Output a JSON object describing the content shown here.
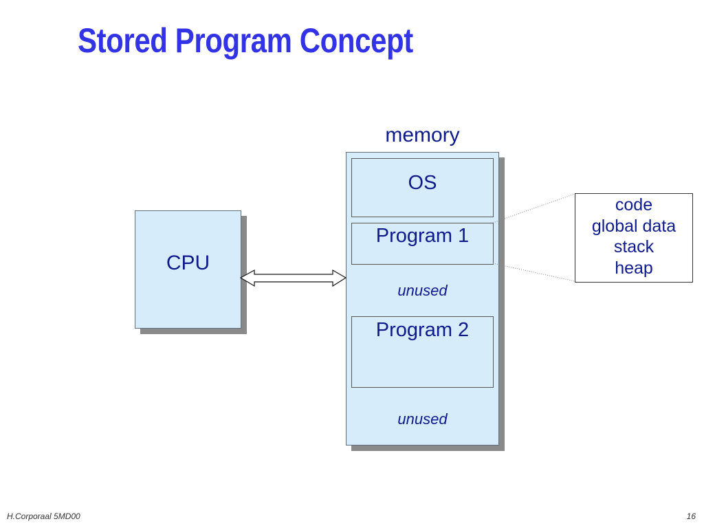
{
  "slide": {
    "title": "Stored Program Concept",
    "footer_left": "H.Corporaal  5MD00",
    "page_number": "16"
  },
  "diagram": {
    "cpu_label": "CPU",
    "memory_label": "memory",
    "segments": {
      "os": "OS",
      "program1": "Program 1",
      "unused1": "unused",
      "program2": "Program 2",
      "unused2": "unused"
    },
    "program_detail": [
      "code",
      "global data",
      "stack",
      "heap"
    ]
  },
  "colors": {
    "title": "#3333e6",
    "text": "#0d1a8c",
    "box_fill": "#d6ecfb",
    "shadow": "#8a8a8a"
  }
}
